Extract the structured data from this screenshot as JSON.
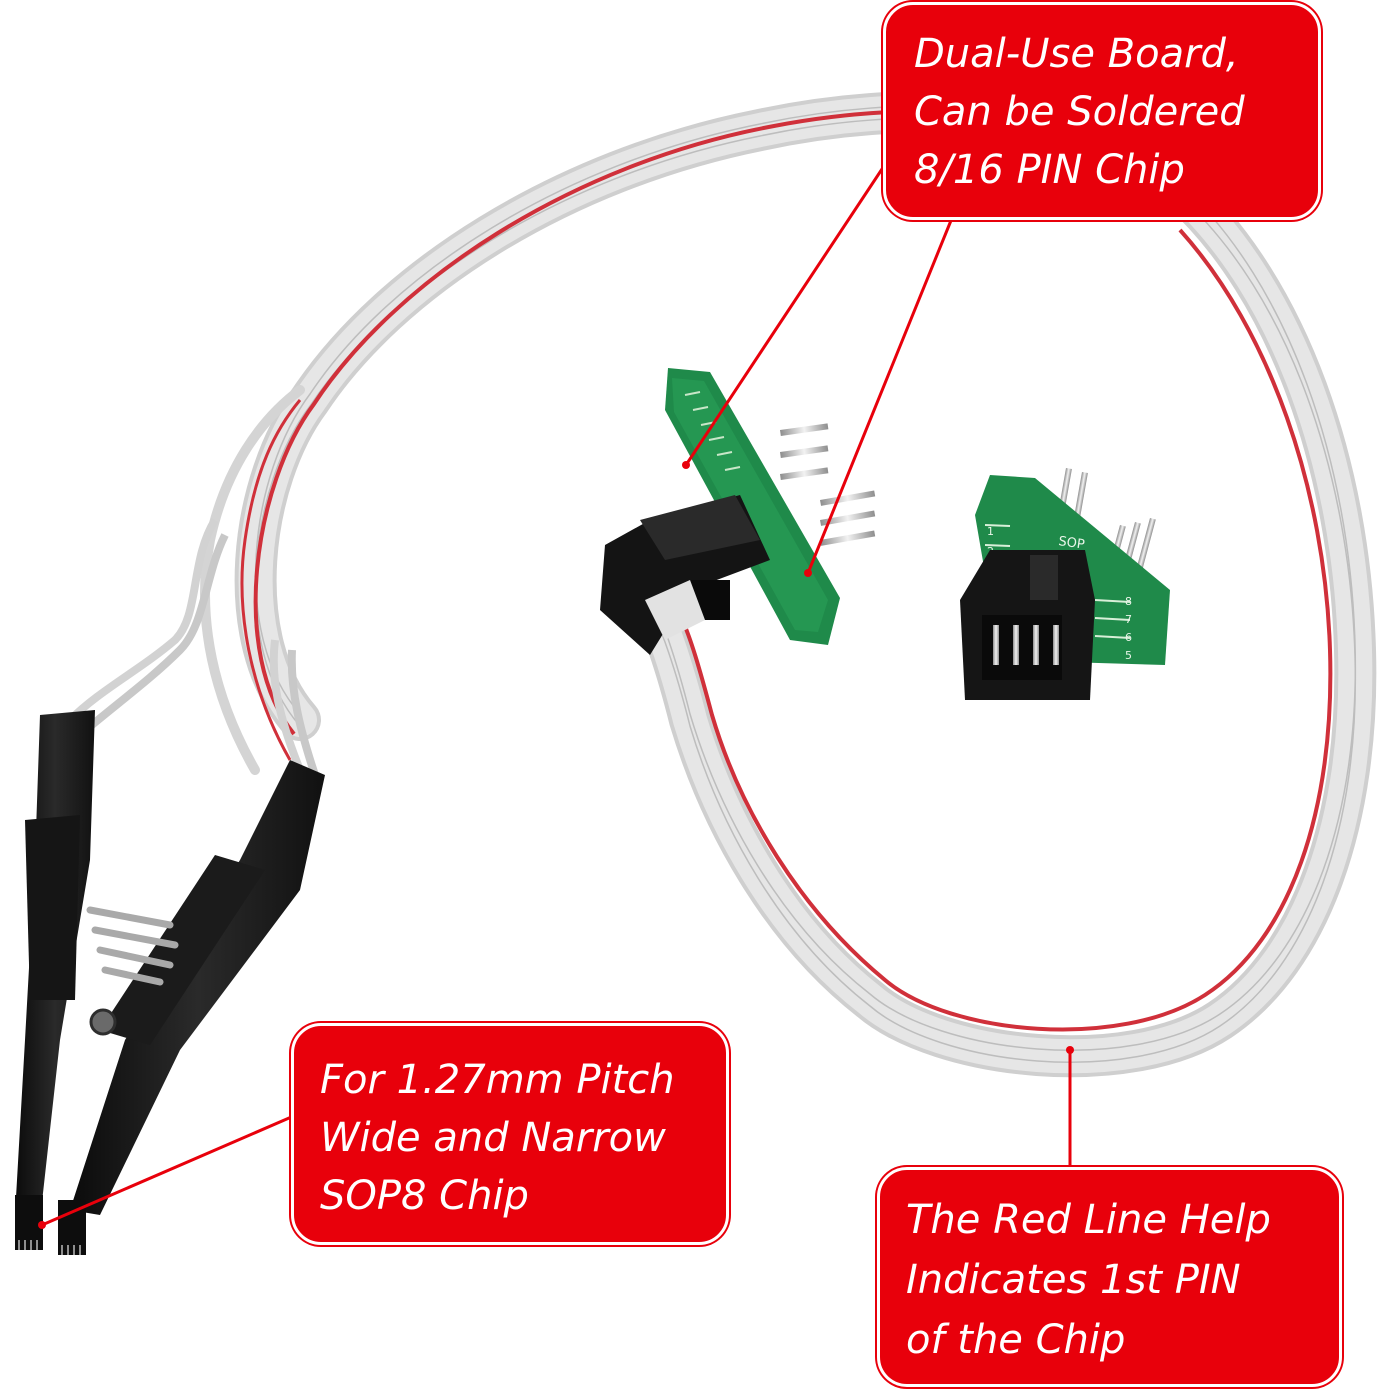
{
  "callouts": {
    "board": {
      "lines": [
        "Dual-Use Board,",
        "Can be Soldered",
        "8/16 PIN Chip"
      ]
    },
    "clip": {
      "lines": [
        "For 1.27mm Pitch",
        "Wide and Narrow",
        "SOP8 Chip"
      ]
    },
    "red_line": {
      "lines": [
        "The Red Line Help",
        "Indicates 1st PIN",
        "of the Chip"
      ]
    }
  },
  "board_silkscreen": {
    "text": "SOP",
    "pin_numbers": [
      "1",
      "2",
      "8",
      "7",
      "6",
      "5"
    ]
  },
  "colors": {
    "callout_fill": "#e8000b",
    "callout_text": "#ffffff",
    "leader_line": "#e8000b",
    "cable_gray": "#dcdcdc",
    "cable_red_stripe": "#d0303a",
    "pcb_green": "#1f8a4a",
    "clip_black": "#1a1a1a",
    "pin_metal": "#b9b9b9"
  }
}
